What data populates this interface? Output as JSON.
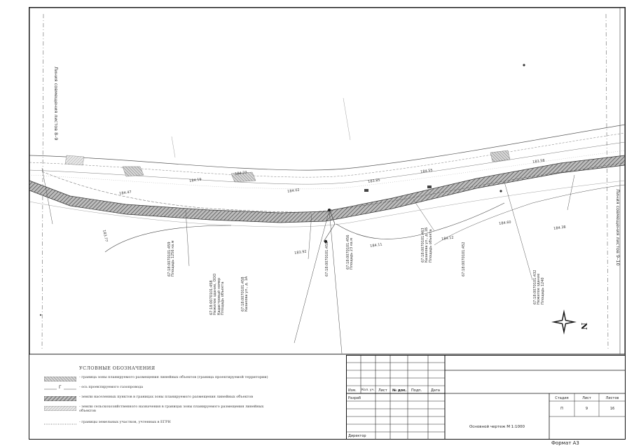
{
  "map": {
    "left_line_label": "Линия совмещения листов 8–9",
    "right_line_label": "Линия совмещения листов 9–10",
    "north_label": "N",
    "cadastral_labels": [
      {
        "id": "cad1",
        "text": "67:18:0070101:458\nНежилое здание, ООО\nКадастровый номер\nПлощадь объекта"
      },
      {
        "id": "cad2",
        "text": "67:18:0070101:458\nКазакова ул., д. 1А"
      },
      {
        "id": "cad3",
        "text": "67:18:0070101:456\nПлощадь 23 кв.м"
      },
      {
        "id": "cad4",
        "text": "67:18:0070101:458"
      },
      {
        "id": "cad5",
        "text": "67:18:0070101:452"
      },
      {
        "id": "cad6",
        "text": "67:18:0070101:463\nКазакова ул., д. 1Б\nПлощадь объекта"
      },
      {
        "id": "cad7",
        "text": "67:18:0070101:459\nПлощадь 1256 кв.м"
      },
      {
        "id": "cad8",
        "text": "67:18:0070101:432\nНежилое здание\nПлощадь 1240"
      }
    ],
    "elevations": [
      "184.19",
      "184.23",
      "184.02",
      "183.85",
      "184.55",
      "184.47",
      "184.11",
      "183.92",
      "184.60",
      "184.38",
      "183.77",
      "183.58",
      "184.12"
    ]
  },
  "legend": {
    "title": "УСЛОВНЫЕ ОБОЗНАЧЕНИЯ",
    "items": [
      {
        "symbol": "hatch-gray",
        "text": "- граница зоны планируемого размещения линейных объектов (граница проектируемой территории)"
      },
      {
        "symbol": "dash-g",
        "text": "- ось проектируемого газопровода"
      },
      {
        "symbol": "hatch-dark",
        "text": "- земли населенных пунктов в границах зоны планируемого размещения линейных объектов"
      },
      {
        "symbol": "hatch-light",
        "text": "- земли сельскохозяйственного назначения в границах зоны планируемого размещения линейных объектов"
      },
      {
        "symbol": "dotted",
        "text": "- границы земельных участков, учтенных в ЕГРН"
      }
    ],
    "gas_letter": "Г"
  },
  "stamp": {
    "headers": [
      "Изм.",
      "Кол. уч.",
      "Лист",
      "№ док.",
      "Подп.",
      "Дата"
    ],
    "rows": [
      "Разраб",
      "Директор"
    ],
    "stage_label": "Стадия",
    "sheet_label": "Лист",
    "sheets_label": "Листов",
    "stage_value": "П",
    "sheet_value": "9",
    "sheets_value": "16",
    "drawing_title": "Основной чертеж М 1:1000"
  },
  "format_label": "Формат А3"
}
